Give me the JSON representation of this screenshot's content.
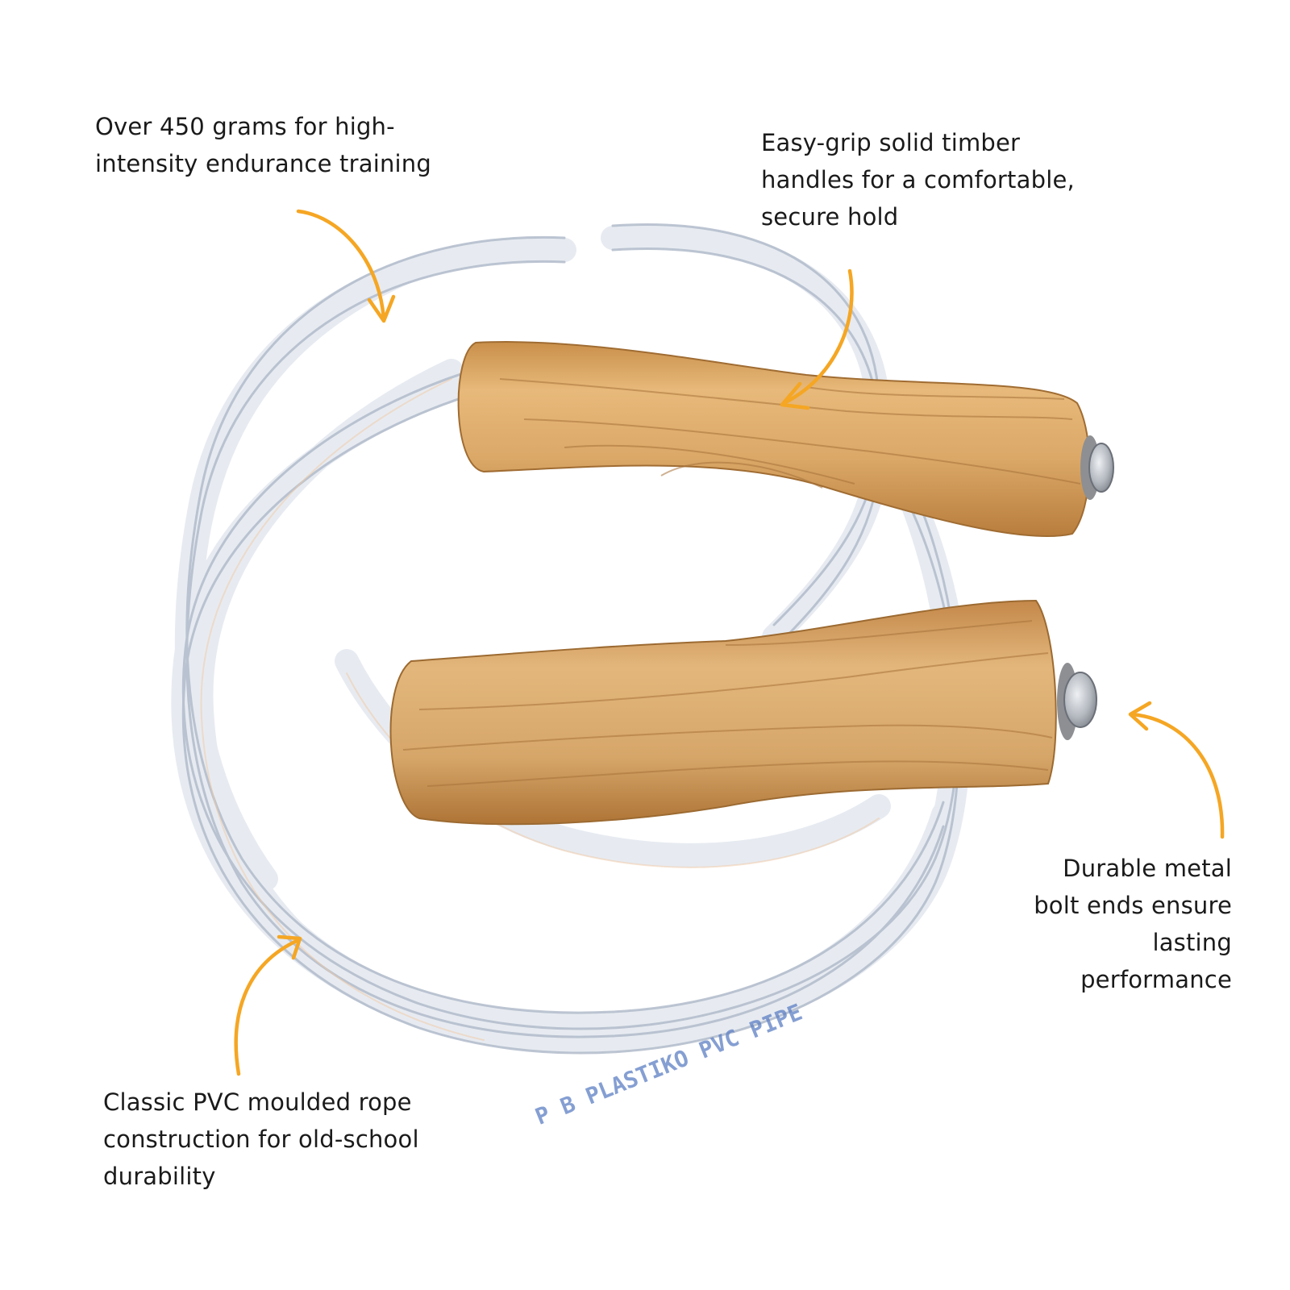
{
  "callouts": {
    "weight": {
      "lines": [
        "Over 450 grams for high-",
        "intensity endurance training"
      ]
    },
    "handles": {
      "lines": [
        "Easy-grip solid timber",
        "handles for a comfortable,",
        "secure hold"
      ]
    },
    "bolts": {
      "lines": [
        "Durable metal",
        "bolt ends ensure",
        "lasting",
        "performance"
      ]
    },
    "rope": {
      "lines": [
        "Classic PVC moulded rope",
        "construction for old-school",
        "durability"
      ]
    }
  },
  "rope_print": "P B  PLASTIKO  PVC  PIPE",
  "colors": {
    "background": "#ffffff",
    "arrow": "#f5a623",
    "text": "#1a1a1a",
    "wood": "#d9a765",
    "wood_grain": "#a8733a",
    "rope_tint": "#c9d3e0",
    "rope_print": "#5d7fc4",
    "metal": "#b8bcc2"
  },
  "image": {
    "subject": "Skipping rope coiled with two wooden handles and metal bolt ends",
    "icons": [
      "arrow-icon"
    ]
  }
}
